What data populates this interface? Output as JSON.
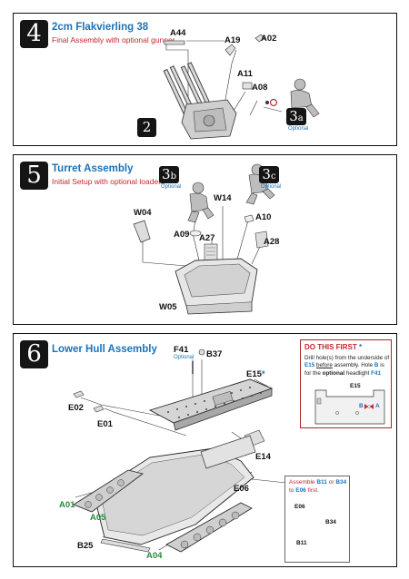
{
  "steps": [
    {
      "number": "4",
      "title": "2cm Flakvierling 38",
      "subtitle": "Final Assembly with optional gunner",
      "labels": {
        "a44": "A44",
        "a19": "A19",
        "a02": "A02",
        "a11": "A11",
        "a08": "A08"
      },
      "ref_badge": "2",
      "optional_badge": {
        "num": "3",
        "letter": "a",
        "caption": "Optional"
      }
    },
    {
      "number": "5",
      "title": "Turret Assembly",
      "subtitle": "Initial Setup with optional loaders",
      "labels": {
        "w04": "W04",
        "w14": "W14",
        "a09": "A09",
        "a27": "A27",
        "a10": "A10",
        "a28": "A28",
        "w05": "W05"
      },
      "optional_badge_left": {
        "num": "3",
        "letter": "b",
        "caption": "Optional"
      },
      "optional_badge_right": {
        "num": "3",
        "letter": "c",
        "caption": "Optional"
      }
    },
    {
      "number": "6",
      "title": "Lower Hull Assembly",
      "labels": {
        "f41": "F41",
        "f41_caption": "Optional",
        "b37": "B37",
        "e15": "E15",
        "e15_star": "*",
        "e02": "E02",
        "e01": "E01",
        "e14": "E14",
        "e06": "E06",
        "a01": "A01",
        "a05": "A05",
        "b25": "B25",
        "a04": "A04"
      },
      "note": {
        "title": "DO THIS FIRST",
        "star": "*",
        "line1": "Drill hole(s) from the underside of",
        "part1": "E15",
        "before": "before",
        "assembly": "assembly.",
        "hole": "Hole",
        "b": "B",
        "is": "is",
        "for_the": "for the",
        "optional": "optional",
        "headlight": "headlight",
        "f41": "F41",
        "inset_label": "E15",
        "marker_b": "B",
        "marker_a": "A"
      },
      "callout": {
        "line1_pre": "Assemble",
        "b11": "B11",
        "or": "or",
        "b34": "B34",
        "line2_pre": "to",
        "e06": "E06",
        "line2_post": "first.",
        "e06_small": "E06",
        "b34_small": "B34",
        "b11_small": "B11"
      }
    }
  ],
  "colors": {
    "accent_blue": "#1d73b8",
    "accent_red": "#c8262e",
    "green": "#238b3a",
    "badge": "#151515"
  }
}
